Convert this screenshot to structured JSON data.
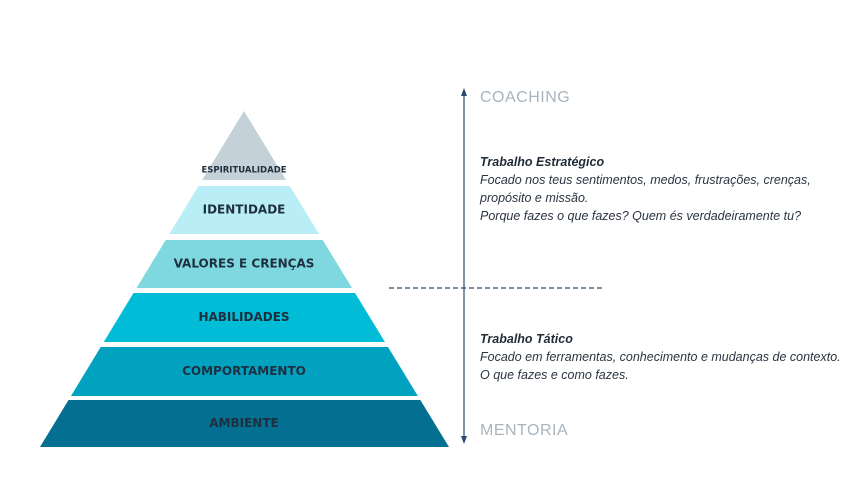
{
  "pyramid": {
    "levels": [
      {
        "label": "ESPIRITUALIDADE",
        "color": "#c5d1d8"
      },
      {
        "label": "IDENTIDADE",
        "color": "#b9eef6"
      },
      {
        "label": "VALORES E CRENÇAS",
        "color": "#7fd8e0"
      },
      {
        "label": "HABILIDADES",
        "color": "#00bcd6"
      },
      {
        "label": "COMPORTAMENTO",
        "color": "#00a2c0"
      },
      {
        "label": "AMBIENTE",
        "color": "#046f90"
      }
    ]
  },
  "axis": {
    "top_label": "COACHING",
    "bottom_label": "MENTORIA",
    "line_color": "#2c4a6e",
    "label_color": "#a9b4bd"
  },
  "strategic": {
    "title": "Trabalho Estratégico",
    "line1": "Focado nos teus sentimentos, medos, frustrações, crenças,",
    "line2": "propósito e missão.",
    "line3": "Porque fazes o que fazes? Quem és verdadeiramente tu?"
  },
  "tactical": {
    "title": "Trabalho Tático",
    "line1": "Focado em ferramentas, conhecimento e mudanças de contexto.",
    "line2": "O que fazes e como fazes."
  }
}
